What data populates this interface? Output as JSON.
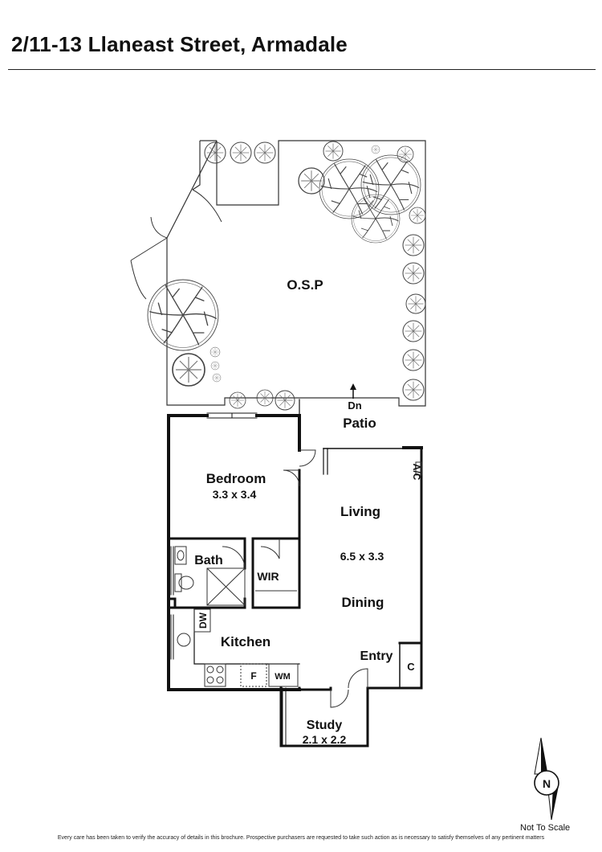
{
  "header": {
    "title": "2/11-13 Llaneast Street, Armadale"
  },
  "rooms": {
    "osp": {
      "name": "O.S.P"
    },
    "patio": {
      "name": "Patio",
      "stair_label": "Dn"
    },
    "bedroom": {
      "name": "Bedroom",
      "dims": "3.3 x 3.4"
    },
    "living": {
      "name": "Living",
      "dims": "6.5 x 3.3"
    },
    "dining": {
      "name": "Dining"
    },
    "bath": {
      "name": "Bath"
    },
    "wir": {
      "name": "WIR"
    },
    "kitchen": {
      "name": "Kitchen"
    },
    "entry": {
      "name": "Entry"
    },
    "study": {
      "name": "Study",
      "dims": "2.1 x 2.2"
    }
  },
  "fixtures": {
    "ac": "A/C",
    "dw": "DW",
    "fridge": "F",
    "wm": "WM",
    "cupboard": "C"
  },
  "compass": {
    "north": "N"
  },
  "footer": {
    "scale_note": "Not To Scale",
    "disclaimer": "Every care has been taken to verify the accuracy of details in this brochure. Prospective purchasers are requested to take such action as is necessary to satisfy themselves of any pertinent matters"
  }
}
